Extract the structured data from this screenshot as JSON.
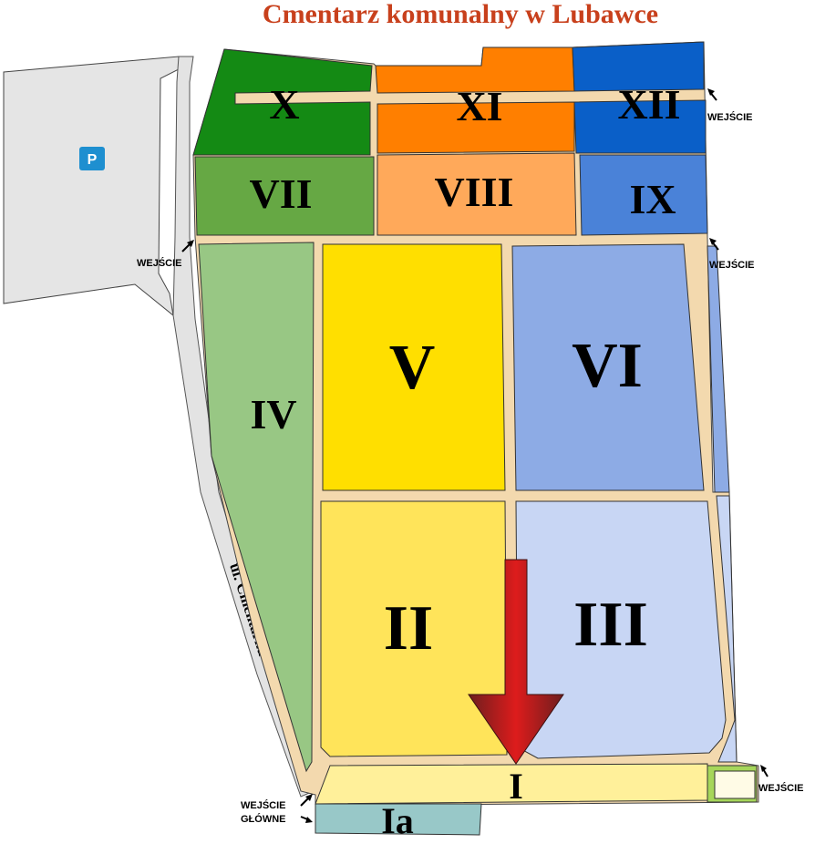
{
  "map": {
    "title": "Cmentarz komunalny w Lubawce",
    "street": "ul. Cmentarna",
    "parking": "P",
    "entrance": "WEJŚCIE",
    "main_entrance_line1": "WEJŚCIE",
    "main_entrance_line2": "GŁÓWNE",
    "sections": {
      "i": "I",
      "ia": "Ia",
      "ii": "II",
      "iii": "III",
      "iv": "IV",
      "v": "V",
      "vi": "VI",
      "vii": "VII",
      "viii": "VIII",
      "ix": "IX",
      "x": "X",
      "xi": "XI",
      "xii": "XII"
    }
  },
  "colors": {
    "title": "#c8401c",
    "path": "#f3d9ae",
    "outline": "#333333",
    "parking_area": "#e5e5e5",
    "street": "#e3e3e3",
    "parking_sign": "#1e8fd0",
    "sec_i": "#fff09a",
    "sec_ia": "#98c8c8",
    "sec_ii": "#ffe45a",
    "sec_iii": "#c8d6f4",
    "sec_iv": "#98c784",
    "sec_v": "#ffdf00",
    "sec_vi": "#8dabe5",
    "sec_vii": "#66a844",
    "sec_viii": "#ffa95a",
    "sec_ix": "#4a82d8",
    "sec_x": "#148a14",
    "sec_xi": "#ff7f00",
    "sec_xii": "#0a5fc8",
    "green_box": "#a6d65a",
    "arrow_dark": "#6e1e1e",
    "arrow_bright": "#dd1c1c"
  }
}
